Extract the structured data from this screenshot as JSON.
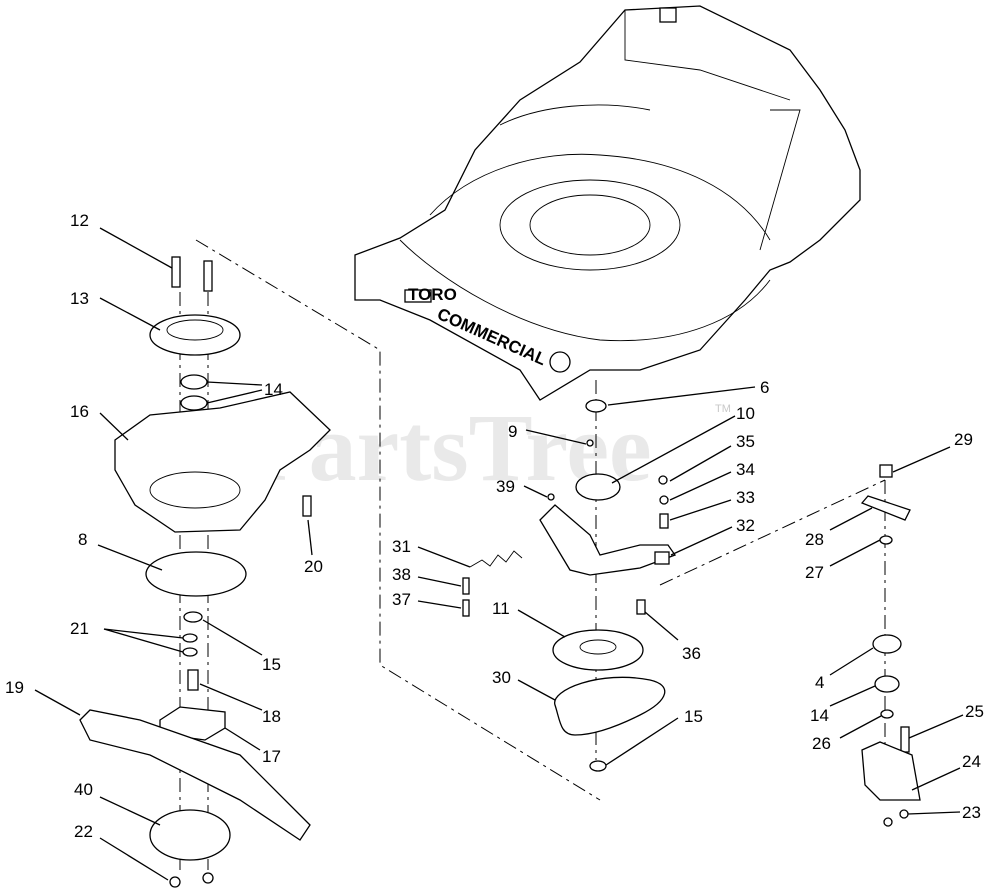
{
  "watermark": {
    "text": "PartsTree",
    "tm": "TM"
  },
  "deck": {
    "brand": "TORO",
    "model": "COMMERCIAL"
  },
  "labels": {
    "p12": "12",
    "p13": "13",
    "p14a": "14",
    "p16": "16",
    "p20": "20",
    "p8": "8",
    "p21": "21",
    "p15a": "15",
    "p18": "18",
    "p19": "19",
    "p17": "17",
    "p40": "40",
    "p22": "22",
    "p6": "6",
    "p10": "10",
    "p9": "9",
    "p35": "35",
    "p34": "34",
    "p39": "39",
    "p33": "33",
    "p32": "32",
    "p31": "31",
    "p38": "38",
    "p37": "37",
    "p11": "11",
    "p36": "36",
    "p30": "30",
    "p15b": "15",
    "p29": "29",
    "p28": "28",
    "p27": "27",
    "p4": "4",
    "p14b": "14",
    "p26": "26",
    "p25": "25",
    "p24": "24",
    "p23": "23"
  }
}
